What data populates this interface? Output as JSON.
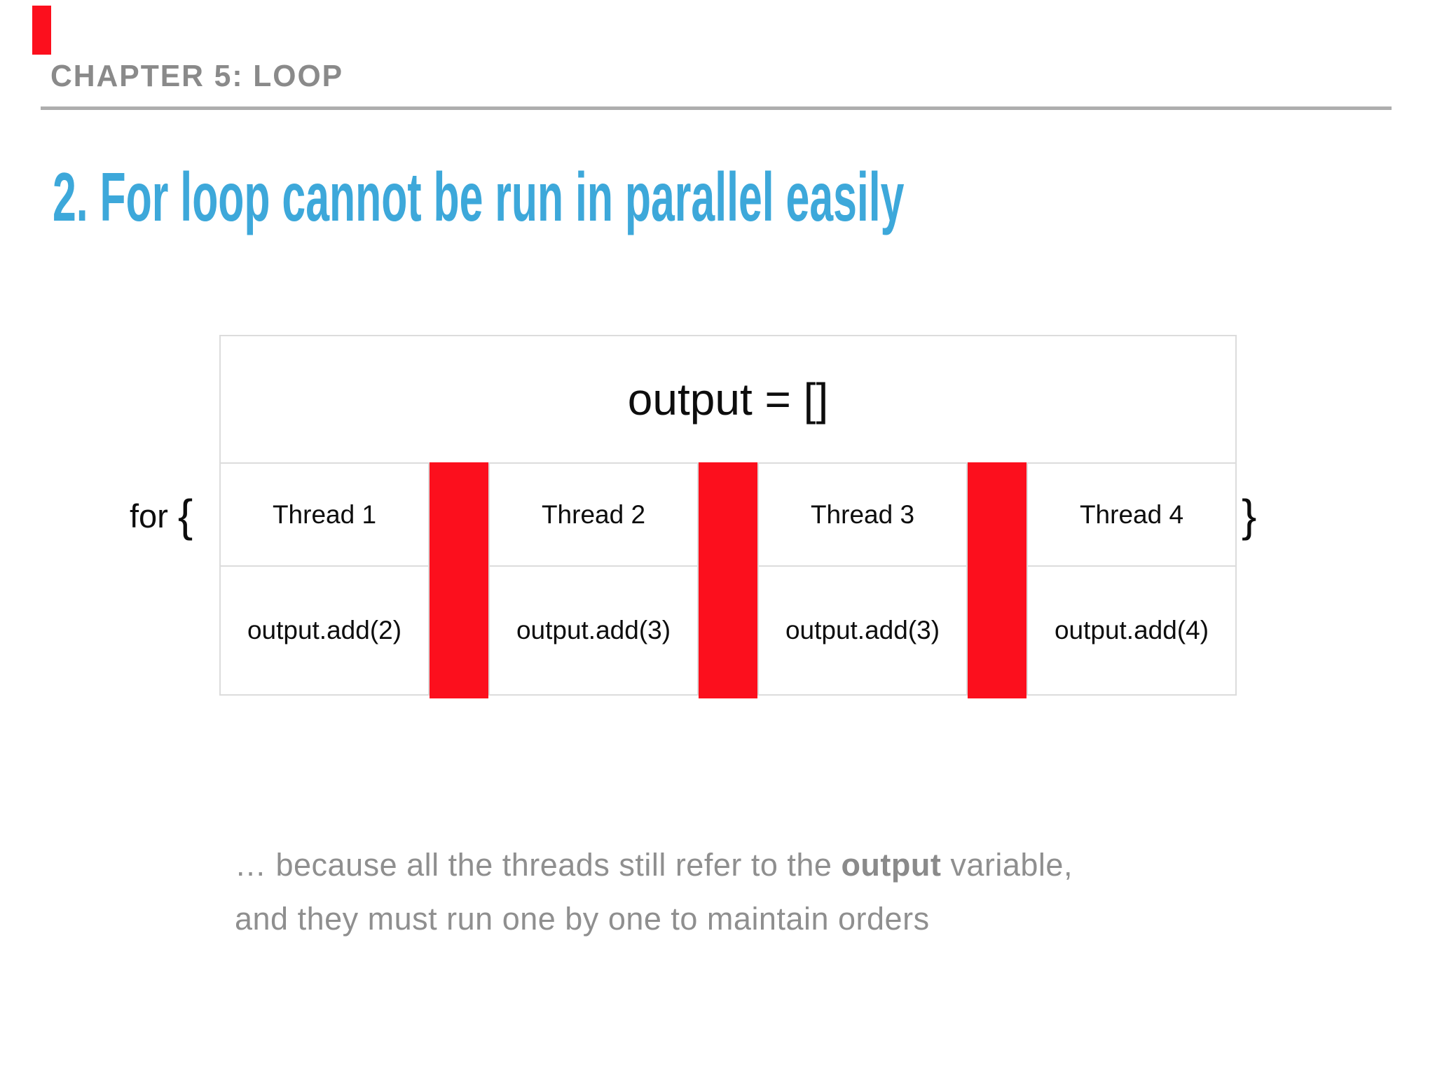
{
  "slide": {
    "kicker": "CHAPTER 5: LOOP",
    "title": "2. For loop cannot be run in parallel easily",
    "note": {
      "line1_prefix": "… because all the threads still refer to the ",
      "line1_bold": "output",
      "line1_suffix": " variable,",
      "line2": "and they must run one by one to maintain orders"
    }
  },
  "diagram": {
    "output_label": "output = []",
    "for_keyword": "for",
    "open_brace": "{",
    "close_brace": "}",
    "threads": [
      {
        "name": "Thread 1",
        "operation": "output.add(2)"
      },
      {
        "name": "Thread 2",
        "operation": "output.add(3)"
      },
      {
        "name": "Thread 3",
        "operation": "output.add(3)"
      },
      {
        "name": "Thread 4",
        "operation": "output.add(4)"
      }
    ]
  },
  "colors": {
    "title_blue": "#3da8da",
    "barrier_red": "#fc0f1d",
    "kicker_gray": "#8a8a8a",
    "note_gray": "#8f8f8f",
    "grid_border": "#dcdcdc"
  }
}
